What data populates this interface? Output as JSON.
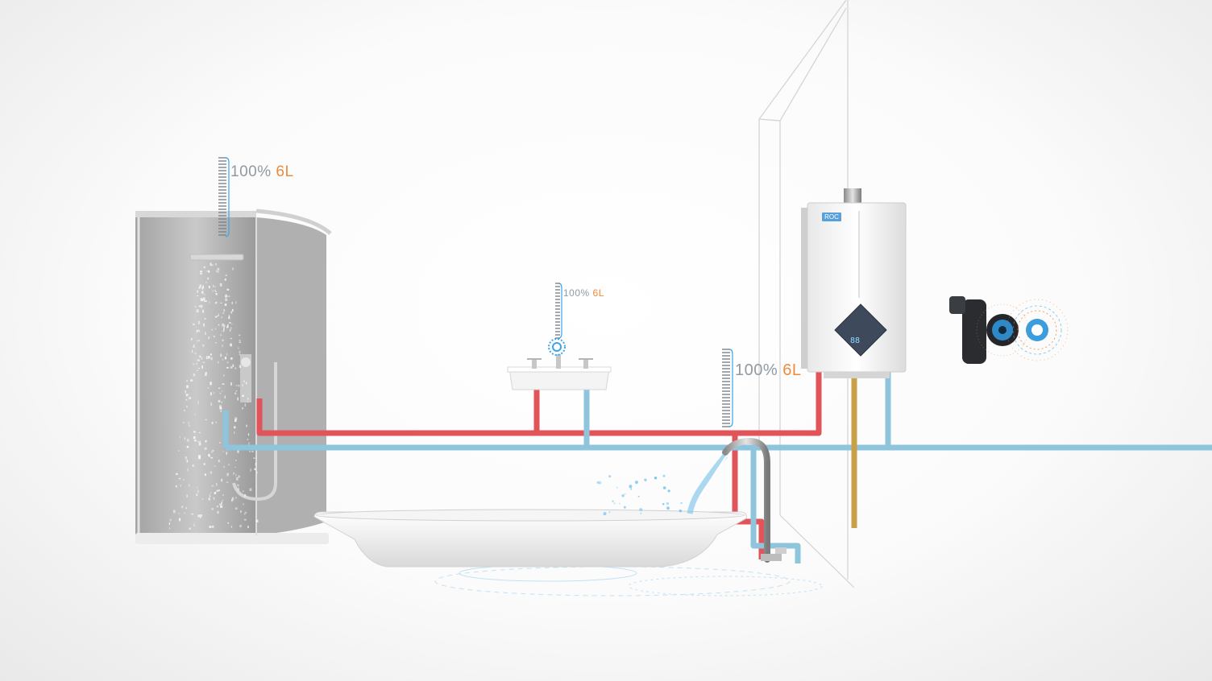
{
  "meters": [
    {
      "percent": "100%",
      "volume": "6L"
    },
    {
      "percent": "100%",
      "volume": "6L"
    },
    {
      "percent": "100%",
      "volume": "6L"
    }
  ],
  "heater": {
    "brand": "ROC",
    "display": "88"
  },
  "colors": {
    "hot_pipe": "#e0545a",
    "cold_pipe": "#8ec4dc",
    "gas_pipe": "#c8a04a",
    "accent_orange": "#ee8a3c",
    "accent_blue": "#3aa6e8",
    "meter_gray": "#7c848c"
  }
}
